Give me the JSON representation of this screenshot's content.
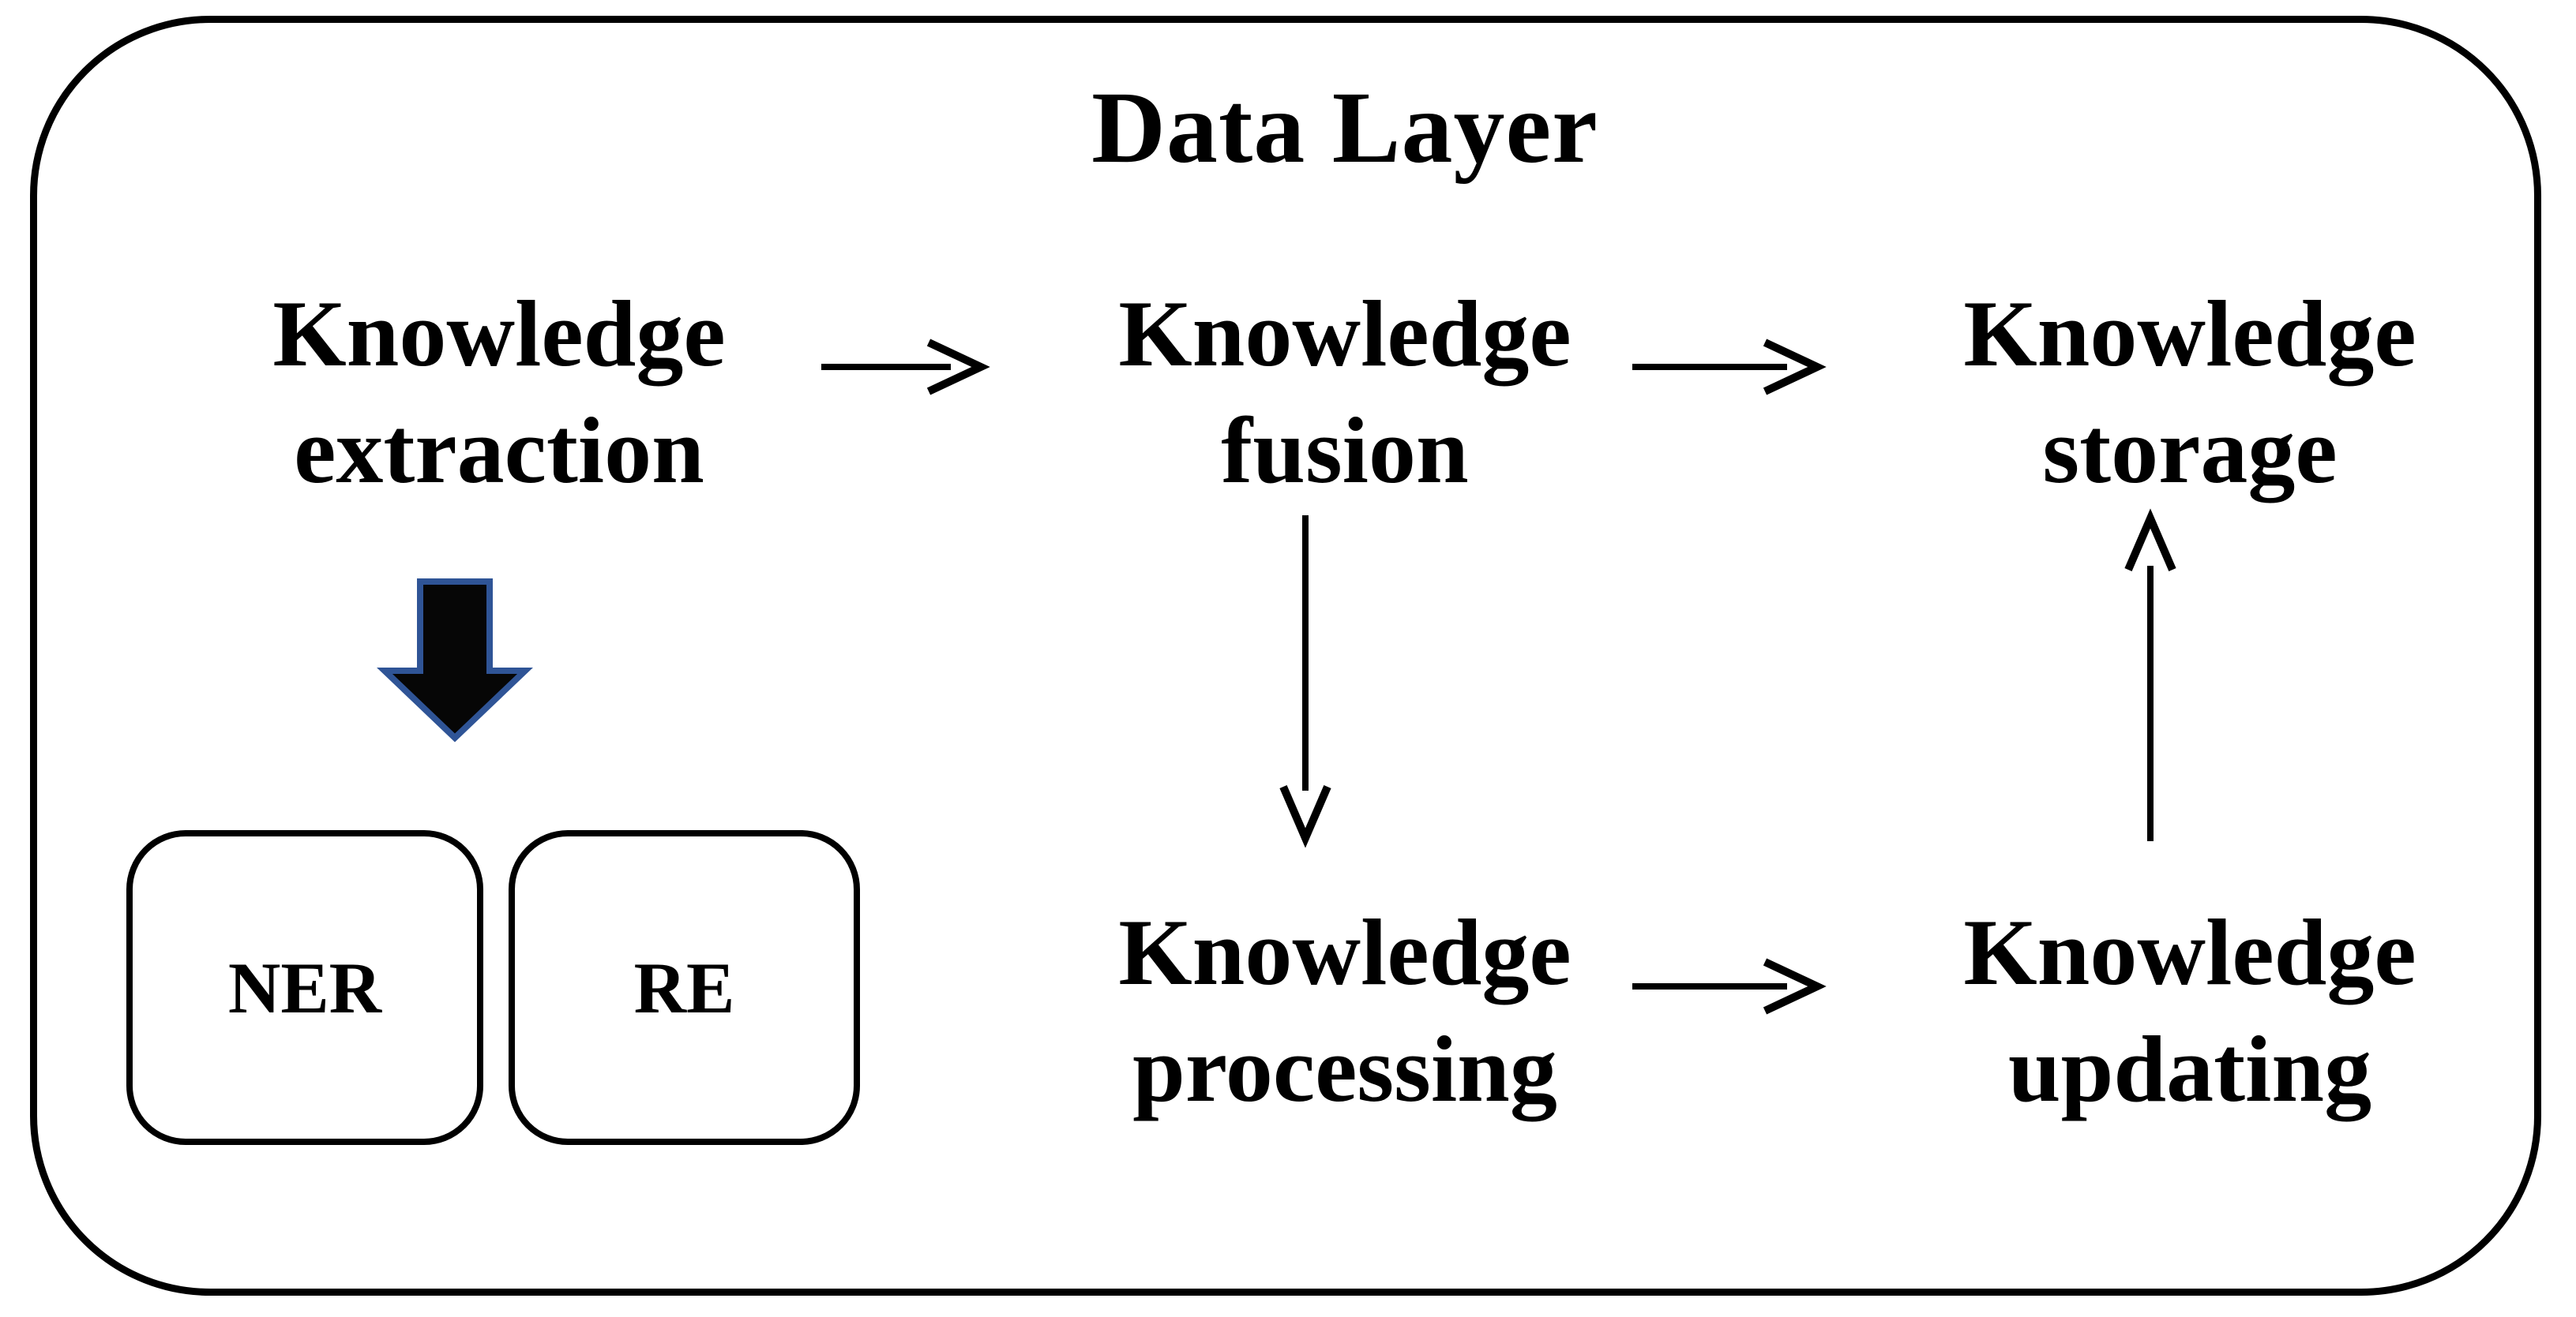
{
  "diagram": {
    "title": "Data Layer",
    "nodes": {
      "extraction": {
        "line1": "Knowledge",
        "line2": "extraction"
      },
      "fusion": {
        "line1": "Knowledge",
        "line2": "fusion"
      },
      "storage": {
        "line1": "Knowledge",
        "line2": "storage"
      },
      "processing": {
        "line1": "Knowledge",
        "line2": "processing"
      },
      "updating": {
        "line1": "Knowledge",
        "line2": "updating"
      }
    },
    "sub_boxes": {
      "ner": "NER",
      "re": "RE"
    },
    "arrows": [
      {
        "name": "arrow-extraction-to-fusion",
        "from": "Knowledge extraction",
        "to": "Knowledge fusion",
        "direction": "right",
        "style": "thin-open-head"
      },
      {
        "name": "arrow-fusion-to-storage",
        "from": "Knowledge fusion",
        "to": "Knowledge storage",
        "direction": "right",
        "style": "thin-open-head"
      },
      {
        "name": "arrow-fusion-to-processing",
        "from": "Knowledge fusion",
        "to": "Knowledge processing",
        "direction": "down",
        "style": "thin-open-head"
      },
      {
        "name": "arrow-processing-to-updating",
        "from": "Knowledge processing",
        "to": "Knowledge updating",
        "direction": "right",
        "style": "thin-open-head"
      },
      {
        "name": "arrow-updating-to-storage",
        "from": "Knowledge updating",
        "to": "Knowledge storage",
        "direction": "up",
        "style": "thin-open-head"
      },
      {
        "name": "fat-down-arrow-icon",
        "from": "Knowledge extraction",
        "to": "NER / RE",
        "direction": "down",
        "style": "fat-filled-outlined"
      }
    ],
    "colors": {
      "stroke": "#000000",
      "background": "#ffffff",
      "fat_arrow_outline": "#2f5496",
      "fat_arrow_fill": "#060606"
    }
  }
}
